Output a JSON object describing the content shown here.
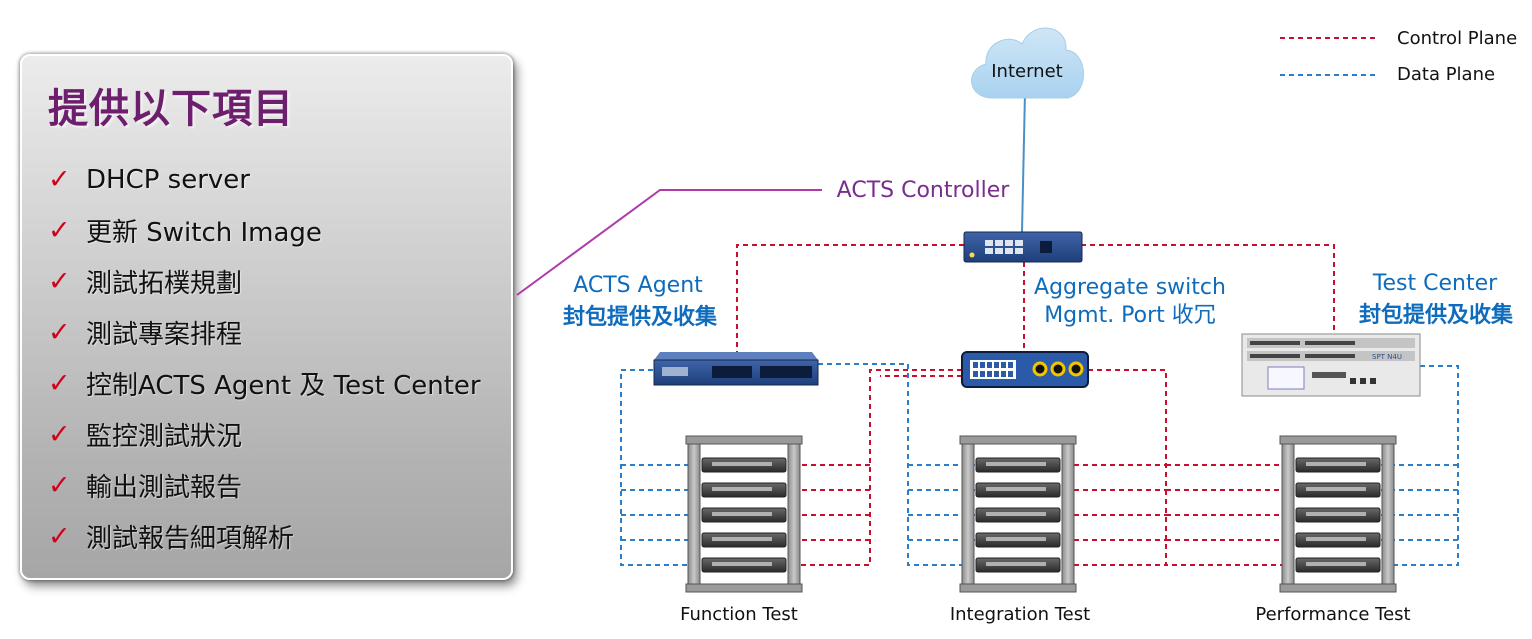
{
  "panel": {
    "title": "提供以下項目",
    "items": [
      {
        "icon": "check-icon",
        "text": "DHCP server"
      },
      {
        "icon": "check-icon",
        "text": "更新 Switch Image"
      },
      {
        "icon": "check-icon",
        "text": "測試拓樸規劃"
      },
      {
        "icon": "check-icon",
        "text": "測試專案排程"
      },
      {
        "icon": "check-icon",
        "text": "控制ACTS Agent 及 Test Center"
      },
      {
        "icon": "check-icon",
        "text": "監控測試狀況"
      },
      {
        "icon": "check-icon",
        "text": "輸出測試報告"
      },
      {
        "icon": "check-icon",
        "text": "測試報告細項解析"
      }
    ]
  },
  "legend": {
    "control": {
      "label": "Control Plane",
      "color": "#c8102e"
    },
    "data": {
      "label": "Data Plane",
      "color": "#2a7fc9"
    }
  },
  "nodes": {
    "internet": "Internet",
    "controller": "ACTS Controller",
    "agent": {
      "line1": "ACTS Agent",
      "line2": "封包提供及收集"
    },
    "aggregate": {
      "line1": "Aggregate switch",
      "line2": "Mgmt. Port 收冗"
    },
    "test_center": {
      "line1": "Test Center",
      "line2": "封包提供及收集",
      "device_text": "SPT N4U"
    }
  },
  "racks": {
    "function": "Function Test",
    "integration": "Integration Test",
    "performance": "Performance Test"
  },
  "colors": {
    "title_purple": "#6d1f6d",
    "label_blue": "#0f6cbd",
    "controller_purple": "#7b2d8e",
    "check_red": "#d0021b"
  }
}
